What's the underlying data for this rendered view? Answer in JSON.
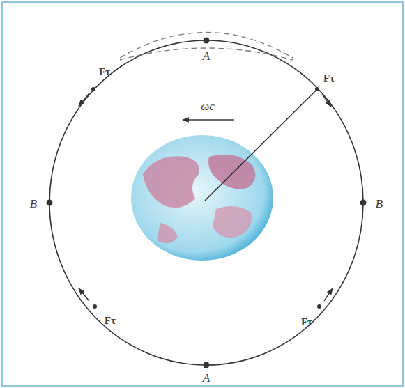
{
  "diagram": {
    "labels": [
      "A",
      "Fτ",
      "Fτ",
      "ωc",
      "B",
      "B",
      "Fτ",
      "Fτ",
      "A"
    ]
  }
}
